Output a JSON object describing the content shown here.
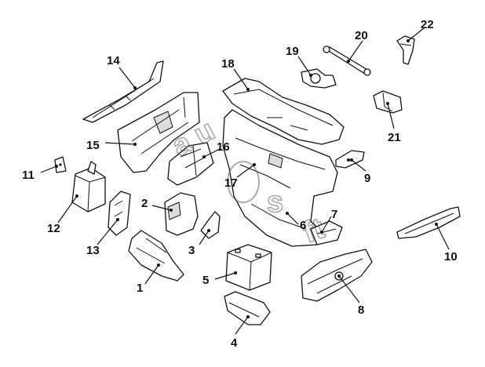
{
  "callouts": [
    {
      "id": "1",
      "label": "1"
    },
    {
      "id": "2",
      "label": "2"
    },
    {
      "id": "3",
      "label": "3"
    },
    {
      "id": "4",
      "label": "4"
    },
    {
      "id": "5",
      "label": "5"
    },
    {
      "id": "6",
      "label": "6"
    },
    {
      "id": "7",
      "label": "7"
    },
    {
      "id": "8",
      "label": "8"
    },
    {
      "id": "9",
      "label": "9"
    },
    {
      "id": "10",
      "label": "10"
    },
    {
      "id": "11",
      "label": "11"
    },
    {
      "id": "12",
      "label": "12"
    },
    {
      "id": "13",
      "label": "13"
    },
    {
      "id": "14",
      "label": "14"
    },
    {
      "id": "15",
      "label": "15"
    },
    {
      "id": "16",
      "label": "16"
    },
    {
      "id": "17",
      "label": "17"
    },
    {
      "id": "18",
      "label": "18"
    },
    {
      "id": "19",
      "label": "19"
    },
    {
      "id": "20",
      "label": "20"
    },
    {
      "id": "21",
      "label": "21"
    },
    {
      "id": "22",
      "label": "22"
    }
  ],
  "watermark": {
    "text": "autosoft"
  }
}
